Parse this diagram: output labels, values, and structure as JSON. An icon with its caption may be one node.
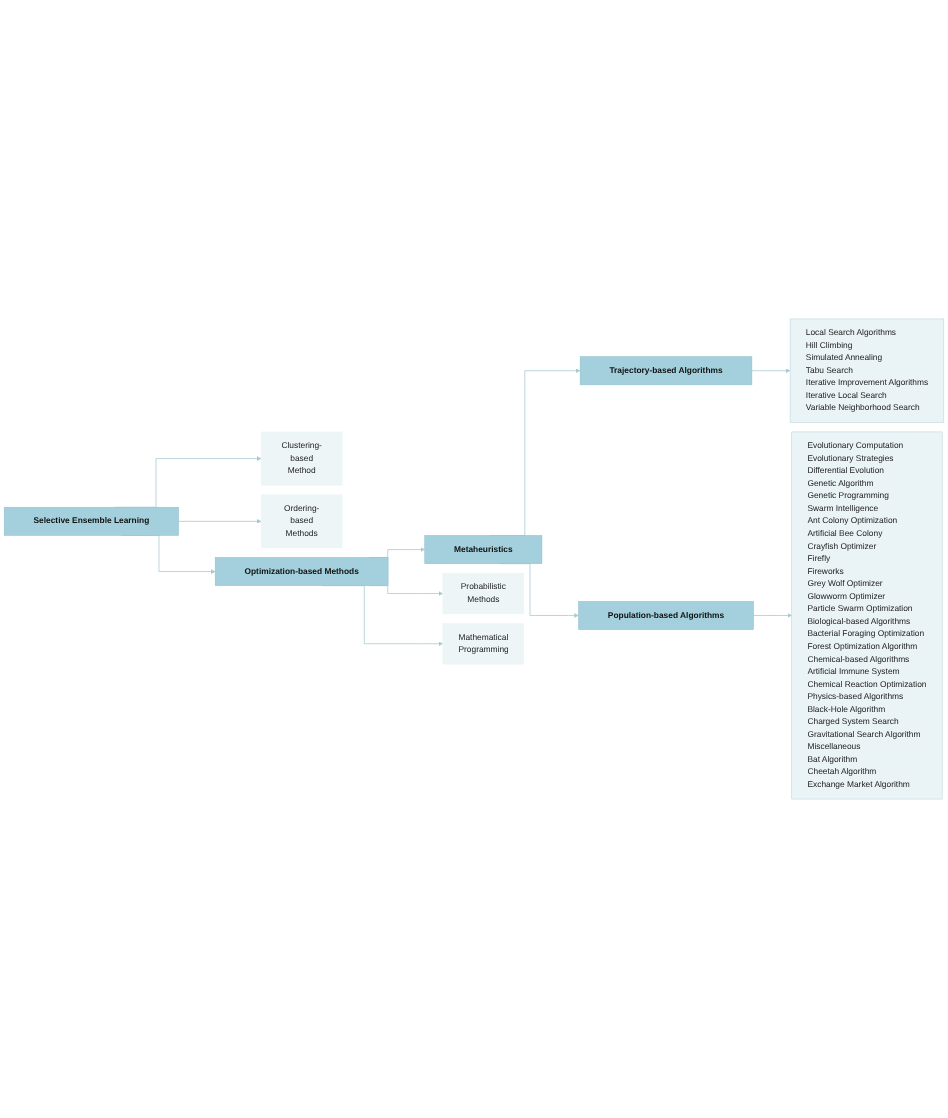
{
  "diagram": {
    "nodes": [
      {
        "text": [
          "Selective Ensemble Learning"
        ]
      },
      {
        "text": [
          "Clustering-based Method"
        ]
      },
      {
        "text": [
          "Ordering-based Methods"
        ]
      },
      {
        "text": [
          "Optimization-based Methods"
        ]
      },
      {
        "text": [
          "Metaheuristics"
        ]
      },
      {
        "text": [
          "Probabilistic Methods"
        ]
      },
      {
        "text": [
          "Mathematical Programming"
        ]
      },
      {
        "text": [
          "Trajectory-based Algorithms"
        ]
      },
      {
        "text": [
          "Population-based Algorithms"
        ]
      },
      {
        "text": [
          "Local Search Algorithms",
          "Hill Climbing",
          "Simulated Annealing",
          "Tabu Search",
          "Iterative Improvement Algorithms",
          "Iterative Local Search",
          "Variable Neighborhood Search"
        ]
      },
      {
        "text": [
          "Evolutionary Computation",
          "Evolutionary Strategies",
          "Differential Evolution",
          "Genetic Algorithm",
          "Genetic Programming",
          "Swarm Intelligence",
          "Ant Colony Optimization",
          "Artificial Bee Colony",
          "Crayfish Optimizer",
          "Firefly",
          "Fireworks",
          "Grey Wolf Optimizer",
          "Glowworm Optimizer",
          "Particle Swarm Optimization",
          "Biological-based Algorithms",
          "Bacterial Foraging Optimization",
          "Forest Optimization Algorithm",
          "Chemical-based Algorithms",
          "Artificial Immune System",
          "Chemical Reaction Optimization",
          "Physics-based Algorithms",
          "Black-Hole Algorithm",
          "Charged System Search",
          "Gravitational Search Algorithm",
          "Miscellaneous",
          "Bat Algorithm",
          "Cheetah Algorithm",
          "Exchange Market Algorithm"
        ]
      }
    ],
    "edges": [
      {
        "from": 0,
        "to": 1,
        "arrow": "to"
      },
      {
        "from": 0,
        "to": 2,
        "arrow": "to"
      },
      {
        "from": 0,
        "to": 3,
        "arrow": "to"
      },
      {
        "from": 3,
        "to": 4,
        "arrow": "to"
      },
      {
        "from": 3,
        "to": 5,
        "arrow": "to"
      },
      {
        "from": 3,
        "to": 6,
        "arrow": "to"
      },
      {
        "from": 4,
        "to": 7,
        "arrow": "to"
      },
      {
        "from": 4,
        "to": 8,
        "arrow": "to"
      },
      {
        "from": 7,
        "to": 9,
        "arrow": "to"
      },
      {
        "from": 8,
        "to": 10,
        "arrow": "to"
      }
    ]
  }
}
